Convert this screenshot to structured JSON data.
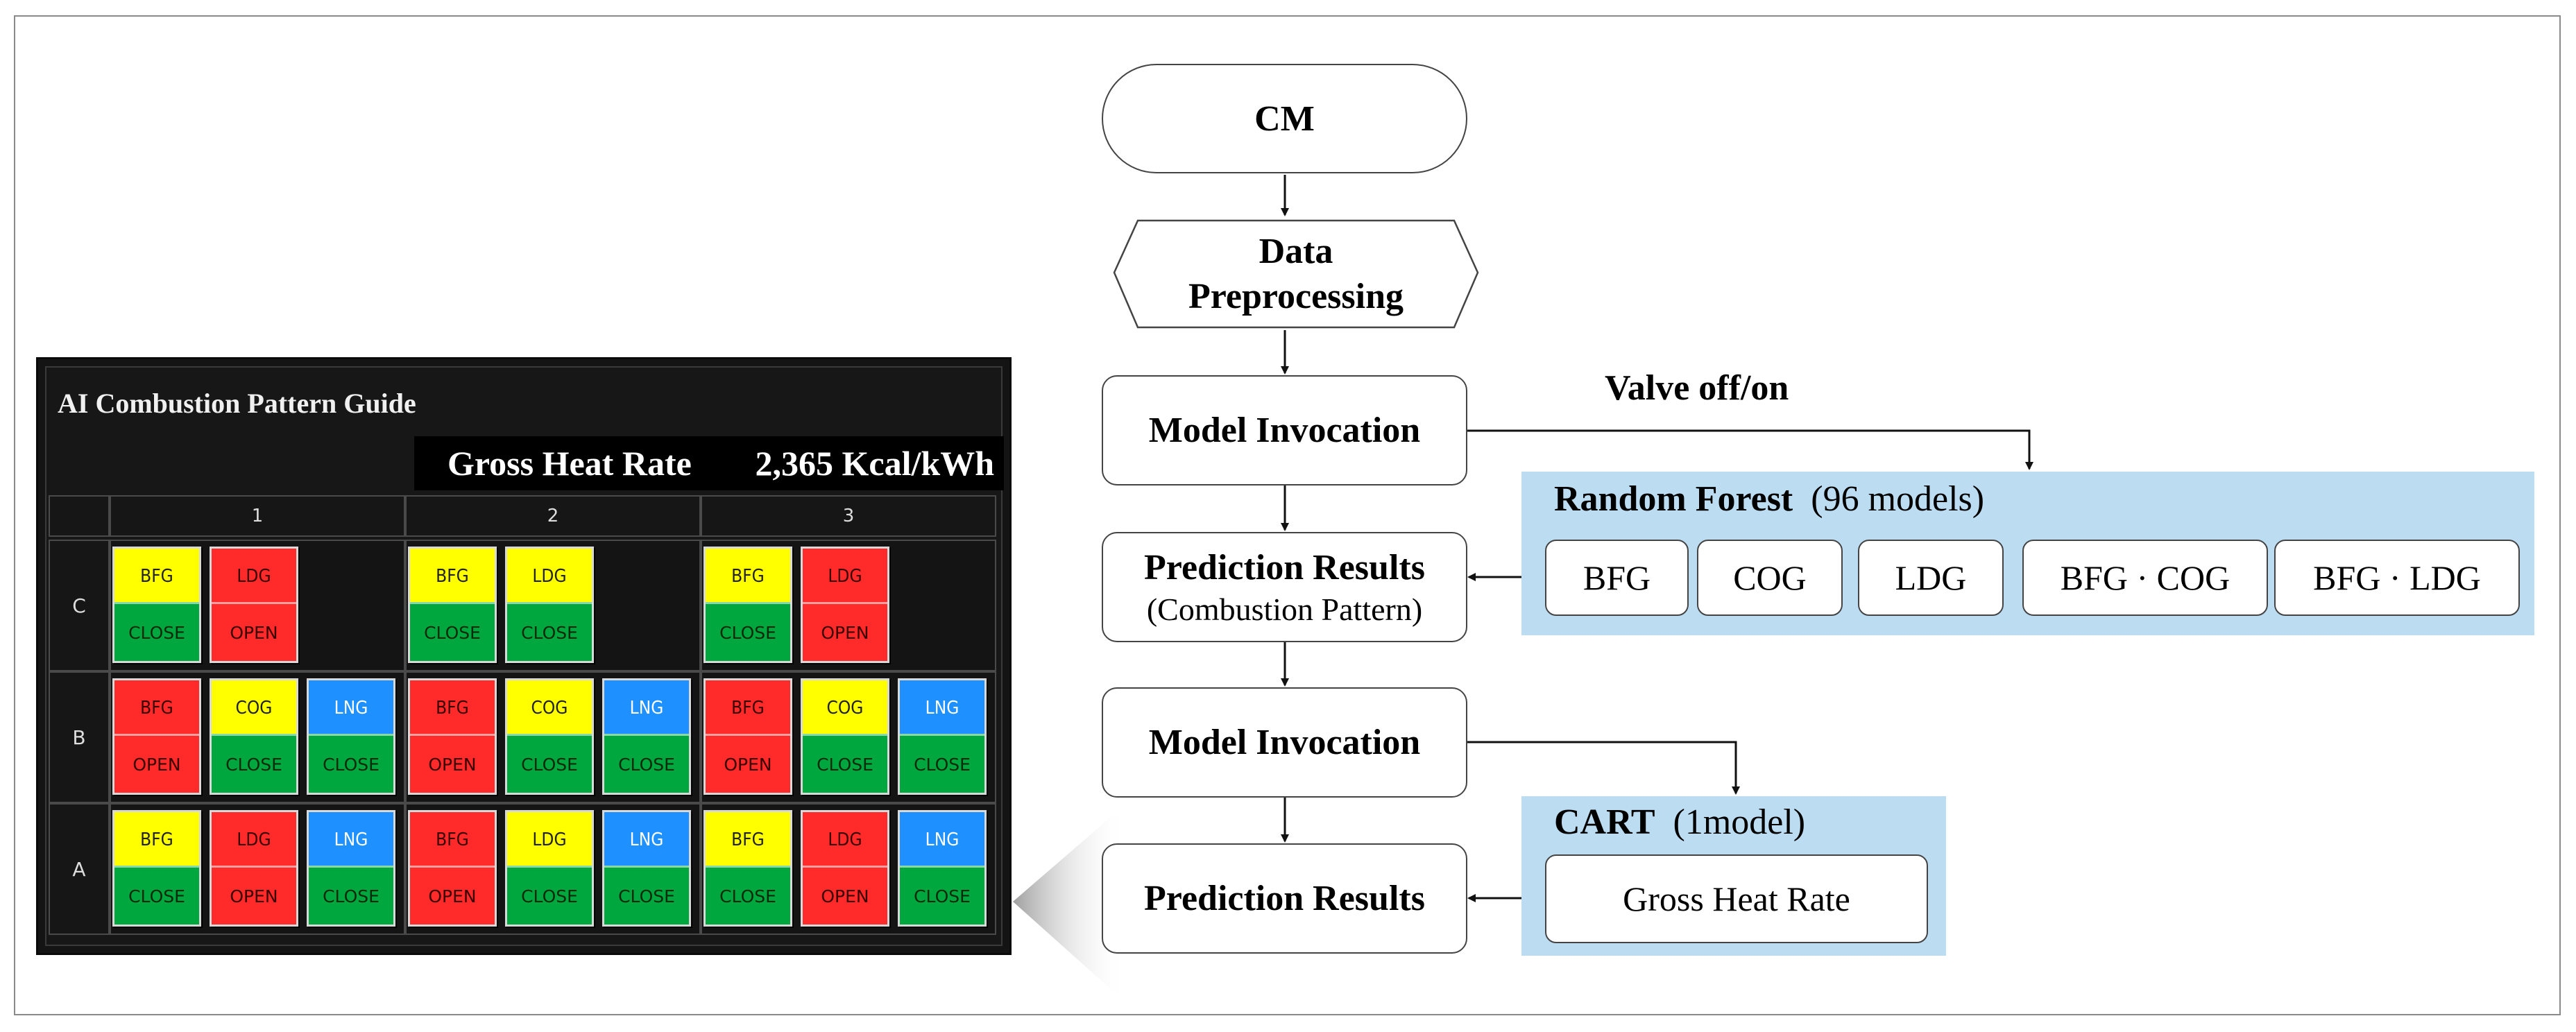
{
  "flow": {
    "cm": "CM",
    "preprocess_line1": "Data",
    "preprocess_line2": "Preprocessing",
    "invocation1": "Model Invocation",
    "valve_label": "Valve off/on",
    "prediction1_line1": "Prediction Results",
    "prediction1_line2": "(Combustion Pattern)",
    "invocation2": "Model Invocation",
    "prediction2": "Prediction Results"
  },
  "random_forest": {
    "name": "Random Forest",
    "count": "(96 models)",
    "models": [
      "BFG",
      "COG",
      "LDG",
      "BFG · COG",
      "BFG · LDG"
    ]
  },
  "cart": {
    "name": "CART",
    "count": "(1model)",
    "model": "Gross Heat Rate"
  },
  "panel": {
    "title": "AI Combustion Pattern Guide",
    "metric_label": "Gross Heat Rate",
    "metric_value": "2,365 Kcal/kWh",
    "columns": [
      "1",
      "2",
      "3"
    ],
    "rows": [
      {
        "label": "C",
        "groups": [
          [
            {
              "fuel": "BFG",
              "state": "CLOSE",
              "fuel_color": "#ffff00",
              "state_color": "#00a63e"
            },
            {
              "fuel": "LDG",
              "state": "OPEN",
              "fuel_color": "#ff2a2a",
              "state_color": "#ff2a2a"
            }
          ],
          [
            {
              "fuel": "BFG",
              "state": "CLOSE",
              "fuel_color": "#ffff00",
              "state_color": "#00a63e"
            },
            {
              "fuel": "LDG",
              "state": "CLOSE",
              "fuel_color": "#ffff00",
              "state_color": "#00a63e"
            }
          ],
          [
            {
              "fuel": "BFG",
              "state": "CLOSE",
              "fuel_color": "#ffff00",
              "state_color": "#00a63e"
            },
            {
              "fuel": "LDG",
              "state": "OPEN",
              "fuel_color": "#ff2a2a",
              "state_color": "#ff2a2a"
            }
          ]
        ]
      },
      {
        "label": "B",
        "groups": [
          [
            {
              "fuel": "BFG",
              "state": "OPEN",
              "fuel_color": "#ff2a2a",
              "state_color": "#ff2a2a"
            },
            {
              "fuel": "COG",
              "state": "CLOSE",
              "fuel_color": "#ffff00",
              "state_color": "#00a63e"
            },
            {
              "fuel": "LNG",
              "state": "CLOSE",
              "fuel_color": "#1e90ff",
              "state_color": "#00a63e"
            }
          ],
          [
            {
              "fuel": "BFG",
              "state": "OPEN",
              "fuel_color": "#ff2a2a",
              "state_color": "#ff2a2a"
            },
            {
              "fuel": "COG",
              "state": "CLOSE",
              "fuel_color": "#ffff00",
              "state_color": "#00a63e"
            },
            {
              "fuel": "LNG",
              "state": "CLOSE",
              "fuel_color": "#1e90ff",
              "state_color": "#00a63e"
            }
          ],
          [
            {
              "fuel": "BFG",
              "state": "OPEN",
              "fuel_color": "#ff2a2a",
              "state_color": "#ff2a2a"
            },
            {
              "fuel": "COG",
              "state": "CLOSE",
              "fuel_color": "#ffff00",
              "state_color": "#00a63e"
            },
            {
              "fuel": "LNG",
              "state": "CLOSE",
              "fuel_color": "#1e90ff",
              "state_color": "#00a63e"
            }
          ]
        ]
      },
      {
        "label": "A",
        "groups": [
          [
            {
              "fuel": "BFG",
              "state": "CLOSE",
              "fuel_color": "#ffff00",
              "state_color": "#00a63e"
            },
            {
              "fuel": "LDG",
              "state": "OPEN",
              "fuel_color": "#ff2a2a",
              "state_color": "#ff2a2a"
            },
            {
              "fuel": "LNG",
              "state": "CLOSE",
              "fuel_color": "#1e90ff",
              "state_color": "#00a63e"
            }
          ],
          [
            {
              "fuel": "BFG",
              "state": "OPEN",
              "fuel_color": "#ff2a2a",
              "state_color": "#ff2a2a"
            },
            {
              "fuel": "LDG",
              "state": "CLOSE",
              "fuel_color": "#ffff00",
              "state_color": "#00a63e"
            },
            {
              "fuel": "LNG",
              "state": "CLOSE",
              "fuel_color": "#1e90ff",
              "state_color": "#00a63e"
            }
          ],
          [
            {
              "fuel": "BFG",
              "state": "CLOSE",
              "fuel_color": "#ffff00",
              "state_color": "#00a63e"
            },
            {
              "fuel": "LDG",
              "state": "OPEN",
              "fuel_color": "#ff2a2a",
              "state_color": "#ff2a2a"
            },
            {
              "fuel": "LNG",
              "state": "CLOSE",
              "fuel_color": "#1e90ff",
              "state_color": "#00a63e"
            }
          ]
        ]
      }
    ]
  },
  "colors": {
    "highlight_blue": "#bcdcf1",
    "panel_bg": "#141414"
  }
}
